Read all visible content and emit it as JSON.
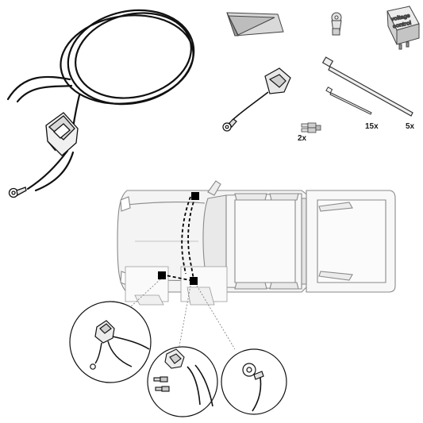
{
  "labels": {
    "terminal_qty": "2x",
    "cable_tie_qty": "15x",
    "long_tie_qty": "5x",
    "relay_line1": "voltage",
    "relay_line2": "control"
  },
  "colors": {
    "line": "#1a1a1a",
    "car_outline": "#8a8a8a",
    "car_fill": "#f4f4f4",
    "marker": "#000000"
  }
}
